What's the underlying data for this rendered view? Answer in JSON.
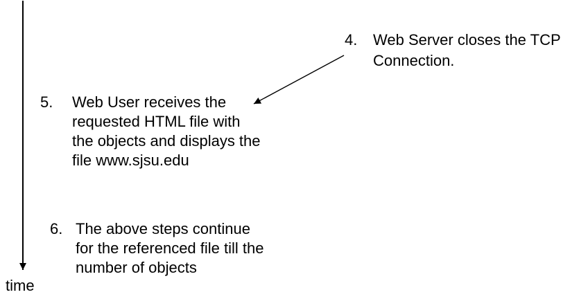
{
  "colors": {
    "background": "#ffffff",
    "text": "#000000",
    "line": "#000000"
  },
  "timeline": {
    "label": "time"
  },
  "steps": [
    {
      "number": "4.",
      "lines": [
        "Web Server closes the TCP",
        "Connection."
      ]
    },
    {
      "number": "5.",
      "lines": [
        "Web User receives the",
        "requested HTML file with",
        "the objects and displays the",
        "file www.sjsu.edu"
      ]
    },
    {
      "number": "6.",
      "lines": [
        "The above steps continue",
        "for the referenced file till the",
        "number of objects"
      ]
    }
  ]
}
